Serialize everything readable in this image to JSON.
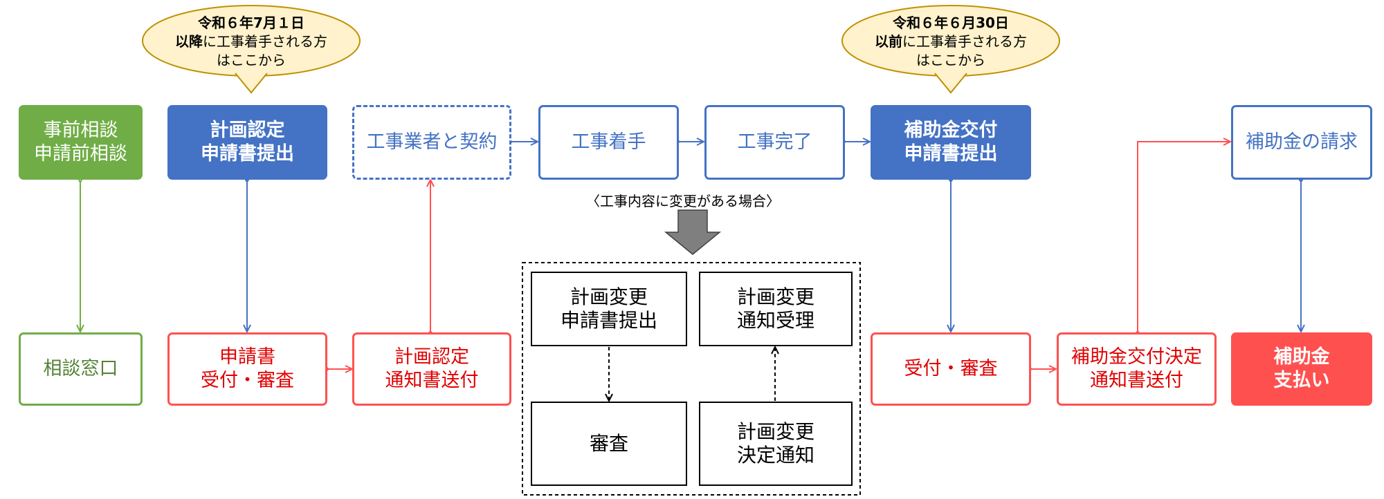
{
  "bubbles": {
    "left": {
      "line1": "令和６年7月１日",
      "line2_bold": "以降",
      "line2_rest": "に工事着手される方",
      "line3": "はここから"
    },
    "right": {
      "line1": "令和６年６月30日",
      "line2_bold": "以前",
      "line2_rest": "に工事着手される方",
      "line3": "はここから"
    }
  },
  "top_row": {
    "consult": [
      "事前相談",
      "申請前相談"
    ],
    "plan_submit": [
      "計画認定",
      "申請書提出"
    ],
    "contract": [
      "工事業者と契約"
    ],
    "start": [
      "工事着手"
    ],
    "complete": [
      "工事完了"
    ],
    "subsidy_submit": [
      "補助金交付",
      "申請書提出"
    ],
    "subsidy_request": [
      "補助金の請求"
    ]
  },
  "bottom_row": {
    "consult_window": [
      "相談窓口"
    ],
    "receipt_review": [
      "申請書",
      "受付・審査"
    ],
    "plan_notice": [
      "計画認定",
      "通知書送付"
    ],
    "subsidy_review": [
      "受付・審査"
    ],
    "subsidy_decision": [
      "補助金交付決定",
      "通知書送付"
    ],
    "subsidy_payment": [
      "補助金",
      "支払い"
    ]
  },
  "change_note": "〈工事内容に変更がある場合〉",
  "change_flow": {
    "change_submit": [
      "計画変更",
      "申請書提出"
    ],
    "change_receipt": [
      "計画変更",
      "通知受理"
    ],
    "review": [
      "審査"
    ],
    "change_decision": [
      "計画変更",
      "決定通知"
    ]
  },
  "colors": {
    "green": "#70ad47",
    "green_text": "#548235",
    "blue": "#4472c4",
    "red": "#ff5050",
    "red_text": "#e00000",
    "bubble_fill": "#fff2cc",
    "bubble_border": "#bf9000",
    "gray_arrow": "#7f7f7f"
  }
}
